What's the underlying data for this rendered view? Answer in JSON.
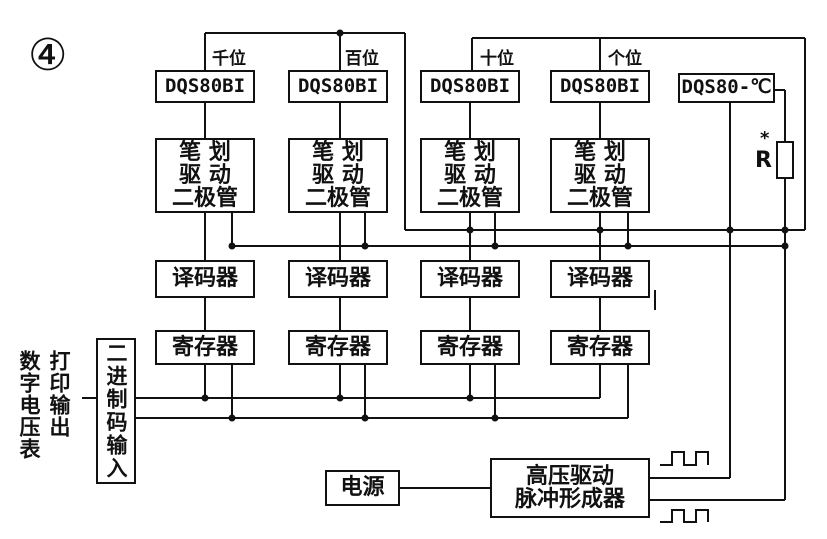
{
  "figure_number": "④",
  "columns": [
    {
      "position": "千位",
      "tube": "DQS80BI",
      "driver": [
        "笔 划",
        "驱 动",
        "二极管"
      ],
      "decoder": "译码器",
      "register": "寄存器"
    },
    {
      "position": "百位",
      "tube": "DQS80BI",
      "driver": [
        "笔 划",
        "驱 动",
        "二极管"
      ],
      "decoder": "译码器",
      "register": "寄存器"
    },
    {
      "position": "十位",
      "tube": "DQS80BI",
      "driver": [
        "笔 划",
        "驱 动",
        "二极管"
      ],
      "decoder": "译码器",
      "register": "寄存器"
    },
    {
      "position": "个位",
      "tube": "DQS80BI",
      "driver": [
        "笔 划",
        "驱 动",
        "二极管"
      ],
      "decoder": "译码器",
      "register": "寄存器"
    }
  ],
  "temp_tube": "DQS80-℃",
  "resistor": {
    "symbol": "R",
    "mark": "*"
  },
  "input_block": "二进制码输入",
  "side_label": [
    "打印输出",
    "数字电压表"
  ],
  "power": "电源",
  "pulse_block": [
    "高压驱动",
    "脉冲形成器"
  ]
}
